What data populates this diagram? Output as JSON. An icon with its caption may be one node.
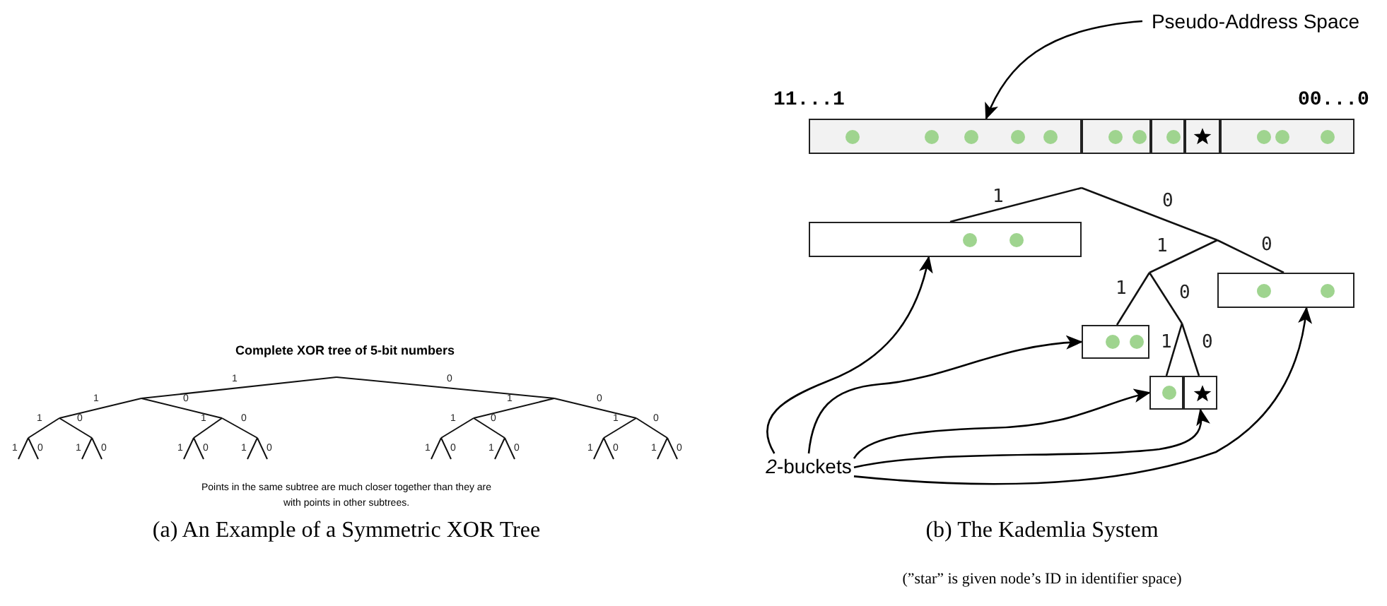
{
  "diagram": {
    "nodes": [
      {
        "text": [
          "Pseudo-Address Space"
        ]
      },
      {
        "text": [],
        "shape": "box"
      },
      {
        "text": [],
        "shape": "box"
      },
      {
        "text": [],
        "shape": "box"
      },
      {
        "text": [],
        "shape": "box"
      },
      {
        "text": [],
        "shape": "box"
      },
      {
        "text": [],
        "shape": "box"
      },
      {
        "text": [
          "*2*-buckets"
        ]
      }
    ],
    "edges": [
      {
        "from": 0,
        "to": 1,
        "arrow": "to"
      },
      {
        "from": 7,
        "to": 2,
        "arrow": "to"
      },
      {
        "from": 7,
        "to": 4,
        "arrow": "to"
      },
      {
        "from": 7,
        "to": 5,
        "arrow": "to"
      },
      {
        "from": 7,
        "to": 6,
        "arrow": "to"
      },
      {
        "from": 7,
        "to": 3,
        "arrow": "to"
      }
    ],
    "labels": [
      "Complete XOR tree of 5-bit numbers",
      "1",
      "0",
      "1",
      "0",
      "1",
      "0",
      "1",
      "0",
      "1",
      "0",
      "1",
      "0",
      "1",
      "0",
      "1",
      "0",
      "1",
      "0",
      "1",
      "0",
      "1",
      "0",
      "1",
      "0",
      "1",
      "0",
      "1",
      "0",
      "1",
      "0",
      "Points in the same subtree are much closer together than they are with points in other subtrees.",
      "11...1",
      "00...0",
      "1",
      "0",
      "1",
      "0",
      "1",
      "0",
      "1",
      "0",
      "(a) An Example of a Symmetric XOR Tree",
      "(b) The Kademlia System",
      "(”star” is given node’s ID in identifier space)"
    ]
  }
}
